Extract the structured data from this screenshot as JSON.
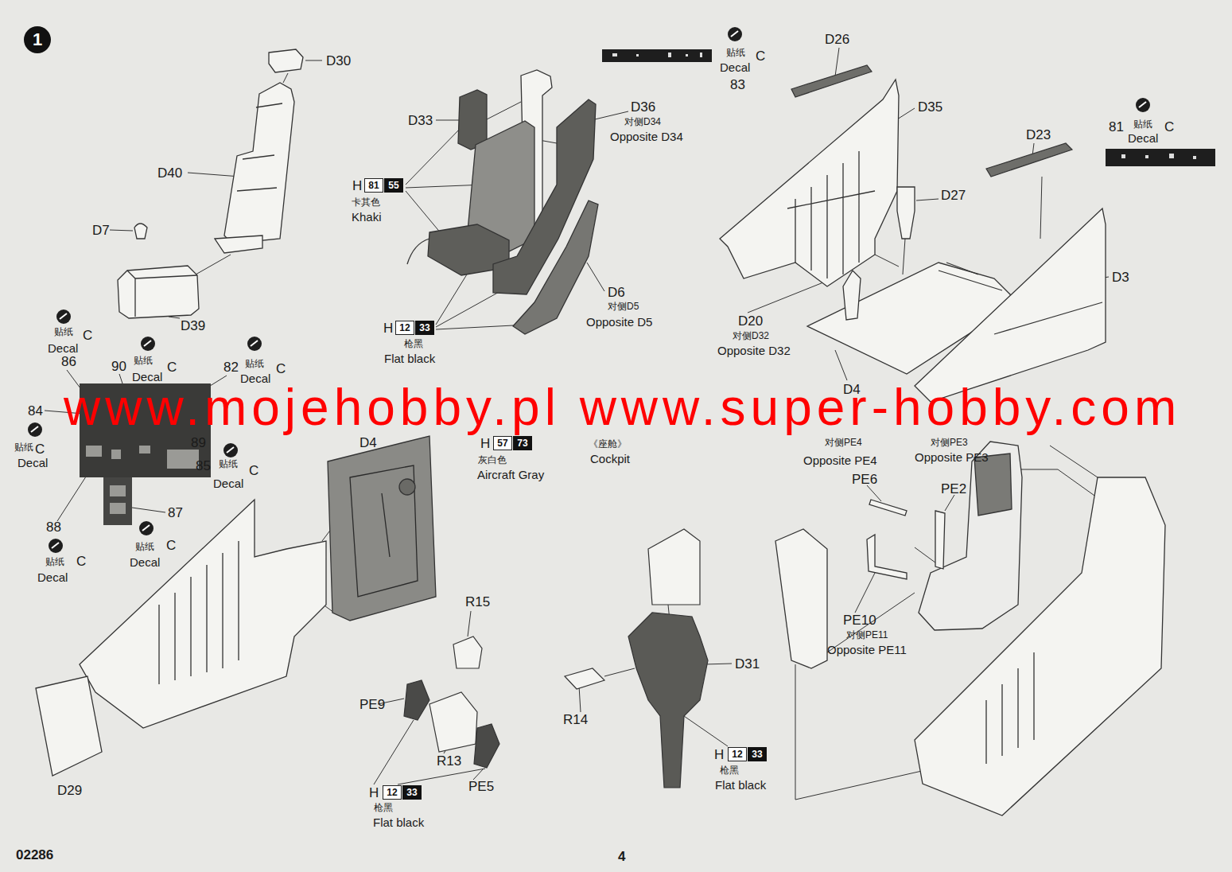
{
  "diagram": {
    "nodes": [
      {
        "text": [
          "1"
        ]
      },
      {
        "text": [
          "81"
        ]
      },
      {
        "text": [
          "55"
        ]
      },
      {
        "text": [
          "12"
        ]
      },
      {
        "text": [
          "33"
        ]
      },
      {
        "text": [
          "57"
        ]
      },
      {
        "text": [
          "73"
        ]
      },
      {
        "text": [
          "12"
        ]
      },
      {
        "text": [
          "33"
        ]
      },
      {
        "text": [
          "12"
        ]
      },
      {
        "text": [
          "33"
        ]
      }
    ],
    "labels": [
      "D30",
      "D40",
      "D7",
      "D39",
      "D33",
      "D36",
      "对侧D34",
      "Opposite D34",
      "H",
      "卡其色",
      "Khaki",
      "D6",
      "对侧D5",
      "Opposite D5",
      "H",
      "枪黑",
      "Flat black",
      "贴纸",
      "C",
      "Decal",
      "83",
      "D26",
      "D35",
      "81",
      "贴纸",
      "C",
      "Decal",
      "D23",
      "D27",
      "D3",
      "D20",
      "对侧D32",
      "Opposite D32",
      "D4",
      "贴纸",
      "C",
      "Decal",
      "86",
      "90",
      "贴纸",
      "C",
      "Decal",
      "82",
      "贴纸",
      "C",
      "Decal",
      "84",
      "贴纸",
      "C",
      "Decal",
      "www.mojehobby.pl www.super-hobby.com",
      "89",
      "D4",
      "H",
      "灰白色",
      "Aircraft Gray",
      "《座舱》",
      "Cockpit",
      "85",
      "贴纸",
      "C",
      "Decal",
      "对侧PE4",
      "Opposite PE4",
      "对侧PE3",
      "Opposite PE3",
      "PE6",
      "PE2",
      "87",
      "88",
      "贴纸",
      "C",
      "Decal",
      "贴纸",
      "C",
      "Decal",
      "R15",
      "PE10",
      "对侧PE11",
      "Opposite PE11",
      "D31",
      "PE9",
      "R14",
      "H",
      "枪黑",
      "Flat black",
      "R13",
      "PE5",
      "D29",
      "H",
      "枪黑",
      "Flat black",
      "02286",
      "4"
    ]
  }
}
